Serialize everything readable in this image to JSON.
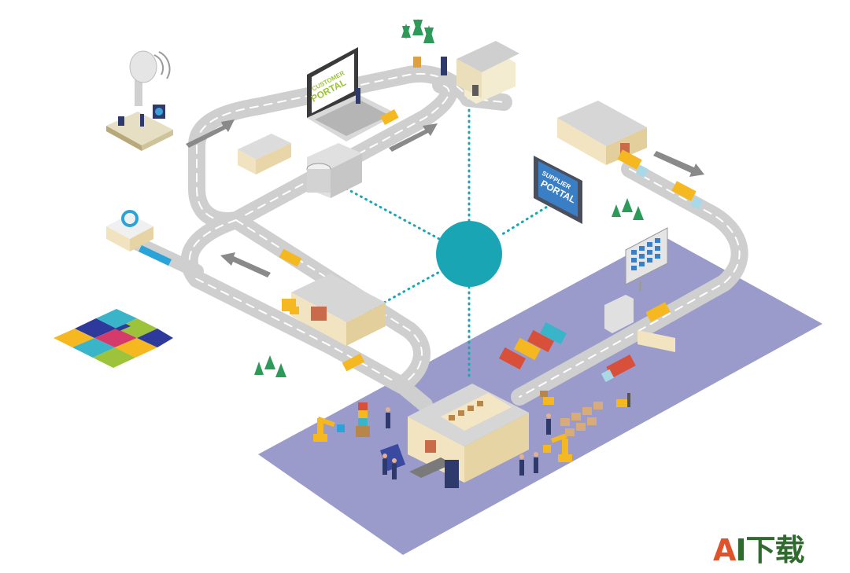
{
  "portals": {
    "customer": {
      "line1": "CUSTOMER",
      "line2": "PORTAL"
    },
    "supplier": {
      "line1": "SUPPLIER",
      "line2": "PORTAL"
    }
  },
  "watermark": {
    "brand_a": "A",
    "brand_rest": "I下载"
  },
  "colors": {
    "hub": "#1aa5b4",
    "road": "#cfcfcf",
    "road_dash": "#ffffff",
    "ground": "#9a9bcb",
    "truck_cab": "#f5b820",
    "dotted_link": "#1aa5b4",
    "arrow": "#8a8a8a",
    "portal_green": "#9dc33a"
  },
  "icons": [
    "satellite-dish-icon",
    "laptop-icon",
    "tablet-icon",
    "puzzle-icon",
    "warehouse-icon",
    "truck-icon",
    "tree-icon",
    "robot-arm-icon",
    "forklift-icon",
    "billboard-icon",
    "gate-icon",
    "arrow-icon"
  ]
}
